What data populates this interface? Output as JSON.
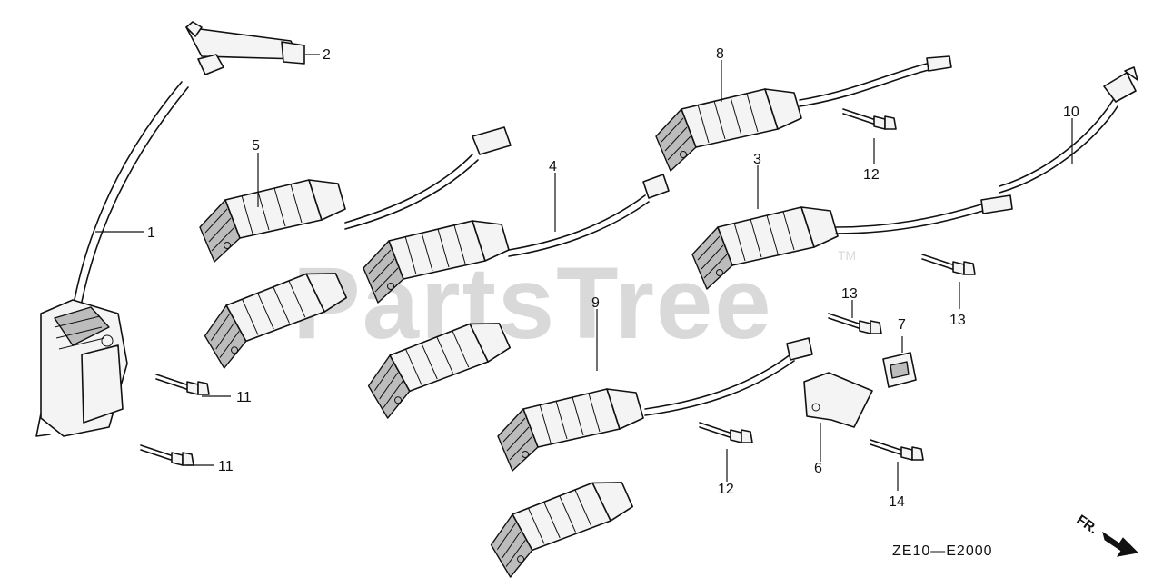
{
  "watermark": {
    "text": "PartsTree",
    "tm": "TM"
  },
  "diagram_code": "ZE10—E2000",
  "front_indicator": {
    "label": "FR.",
    "icon": "front-arrow-icon"
  },
  "callouts": {
    "n1": "1",
    "n2": "2",
    "n3": "3",
    "n4": "4",
    "n5": "5",
    "n6": "6",
    "n7": "7",
    "n8": "8",
    "n9": "9",
    "n10": "10",
    "n11a": "11",
    "n11b": "11",
    "n12a": "12",
    "n12b": "12",
    "n13a": "13",
    "n13b": "13",
    "n14": "14"
  }
}
